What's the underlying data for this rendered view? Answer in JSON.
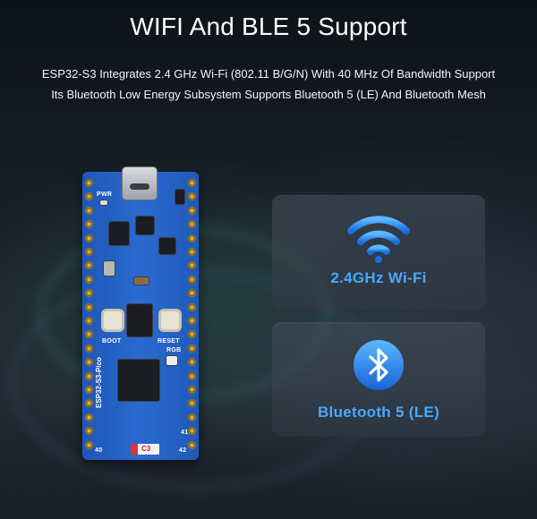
{
  "title": "WIFI And BLE 5 Support",
  "subtitle_line1": "ESP32-S3 Integrates 2.4 GHz Wi-Fi (802.11 B/G/N) With 40 MHz Of Bandwidth Support",
  "subtitle_line2": "Its Bluetooth Low Energy Subsystem Supports Bluetooth 5 (LE) And Bluetooth Mesh",
  "board": {
    "pwr_label": "PWR",
    "boot_label": "BOOT",
    "reset_label": "RESET",
    "rgb_label": "RGB",
    "board_name": "ESP32-S3-Pico",
    "c3_label": "C3",
    "pin_40": "40",
    "pin_42": "42",
    "pin_41": "41"
  },
  "cards": {
    "wifi": {
      "label": "2.4GHz Wi-Fi",
      "icon": "wifi-icon",
      "color": "#4aa8ff"
    },
    "bluetooth": {
      "label": "Bluetooth 5 (LE)",
      "icon": "bluetooth-icon",
      "color": "#4aa8ff"
    }
  }
}
